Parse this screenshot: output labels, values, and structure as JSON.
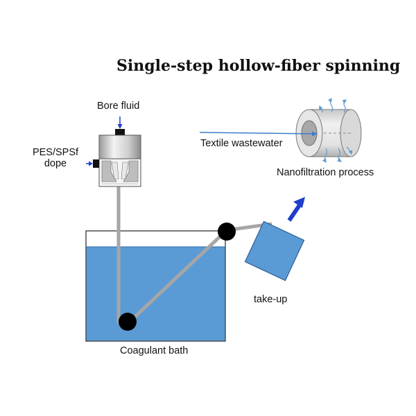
{
  "title": "Single-step hollow-fiber spinning",
  "labels": {
    "bore_fluid": "Bore fluid",
    "dope_line1": "PES/SPSf",
    "dope_line2": "dope",
    "textile_wastewater": "Textile wastewater",
    "nanofiltration": "Nanofiltration process",
    "take_up": "take-up",
    "coagulant_bath": "Coagulant bath"
  },
  "colors": {
    "bath_water": "#5b9bd5",
    "fiber": "#a6a6a6",
    "arrow_blue": "#1f3fcc",
    "feed_line": "#3d7cc9",
    "roller": "#000000",
    "spinneret_body": "#d4d4d4"
  }
}
